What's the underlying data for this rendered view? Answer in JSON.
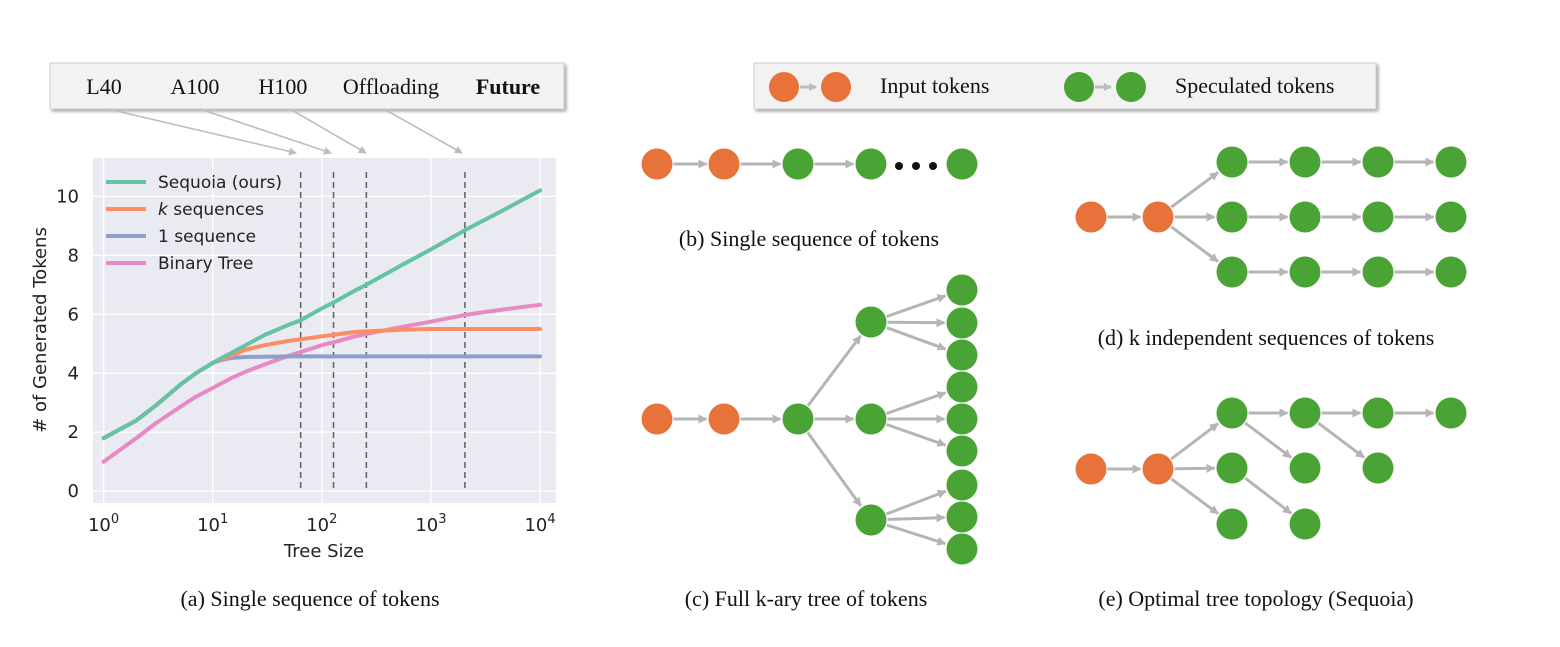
{
  "hardware_box": {
    "labels": [
      "L40",
      "A100",
      "H100",
      "Offloading",
      "Future"
    ],
    "bold_label": "Future"
  },
  "legend_box": {
    "input_label": "Input tokens",
    "speculated_label": "Speculated tokens"
  },
  "captions": {
    "a": "(a) Single sequence of tokens",
    "b": "(b) Single sequence of tokens",
    "c": "(c) Full k-ary tree of tokens",
    "d": "(d) k independent sequences of tokens",
    "e": "(e) Optimal tree topology (Sequoia)"
  },
  "colors": {
    "input_token": "#e8733a",
    "speculated_token": "#4aa335",
    "arrow": "#bdbdbd",
    "plot_bg": "#eaeaf2",
    "sequoia": "#66c2a5",
    "k_sequences": "#fc8d62",
    "one_sequence": "#8da0cb",
    "binary_tree": "#e78ac3"
  },
  "chart_data": {
    "type": "line",
    "xlabel": "Tree Size",
    "ylabel": "# of Generated Tokens",
    "xscale": "log",
    "xlim": [
      0.8,
      14000
    ],
    "ylim": [
      -0.4,
      11.3
    ],
    "xticks": [
      {
        "value": 1,
        "base": "10",
        "exp": "0"
      },
      {
        "value": 10,
        "base": "10",
        "exp": "1"
      },
      {
        "value": 100,
        "base": "10",
        "exp": "2"
      },
      {
        "value": 1000,
        "base": "10",
        "exp": "3"
      },
      {
        "value": 10000,
        "base": "10",
        "exp": "4"
      }
    ],
    "yticks": [
      "0",
      "2",
      "4",
      "6",
      "8",
      "10"
    ],
    "grid": true,
    "legend_position": "upper-left",
    "vlines": [
      64,
      128,
      256,
      2048
    ],
    "series": [
      {
        "name": "Sequoia (ours)",
        "x": [
          1,
          2,
          3,
          5,
          7,
          10,
          15,
          20,
          30,
          50,
          64,
          100,
          128,
          200,
          256,
          500,
          1000,
          2048,
          5000,
          10000
        ],
        "y": [
          1.8,
          2.4,
          2.9,
          3.6,
          4.0,
          4.35,
          4.7,
          4.95,
          5.3,
          5.65,
          5.8,
          6.2,
          6.4,
          6.8,
          7.0,
          7.6,
          8.2,
          8.85,
          9.6,
          10.2
        ]
      },
      {
        "name": "k sequences",
        "name_italic": "k",
        "name_rest": " sequences",
        "x": [
          1,
          2,
          3,
          5,
          7,
          10,
          15,
          20,
          30,
          50,
          64,
          100,
          128,
          200,
          256,
          500,
          1000,
          2048,
          5000,
          10000
        ],
        "y": [
          1.8,
          2.4,
          2.9,
          3.6,
          4.0,
          4.35,
          4.6,
          4.8,
          4.95,
          5.1,
          5.15,
          5.25,
          5.3,
          5.4,
          5.42,
          5.47,
          5.5,
          5.5,
          5.5,
          5.5
        ]
      },
      {
        "name": "1 sequence",
        "x": [
          1,
          2,
          3,
          5,
          7,
          10,
          12,
          15,
          20,
          30,
          50,
          100,
          1000,
          10000
        ],
        "y": [
          1.8,
          2.4,
          2.9,
          3.6,
          4.0,
          4.35,
          4.45,
          4.52,
          4.55,
          4.56,
          4.57,
          4.57,
          4.57,
          4.57
        ]
      },
      {
        "name": "Binary Tree",
        "x": [
          1,
          2,
          3,
          5,
          7,
          10,
          15,
          20,
          30,
          50,
          64,
          100,
          128,
          200,
          256,
          500,
          1000,
          2048,
          5000,
          10000
        ],
        "y": [
          1.0,
          1.8,
          2.3,
          2.85,
          3.2,
          3.5,
          3.85,
          4.05,
          4.3,
          4.6,
          4.72,
          4.95,
          5.05,
          5.25,
          5.33,
          5.55,
          5.75,
          5.98,
          6.18,
          6.32
        ]
      }
    ]
  }
}
